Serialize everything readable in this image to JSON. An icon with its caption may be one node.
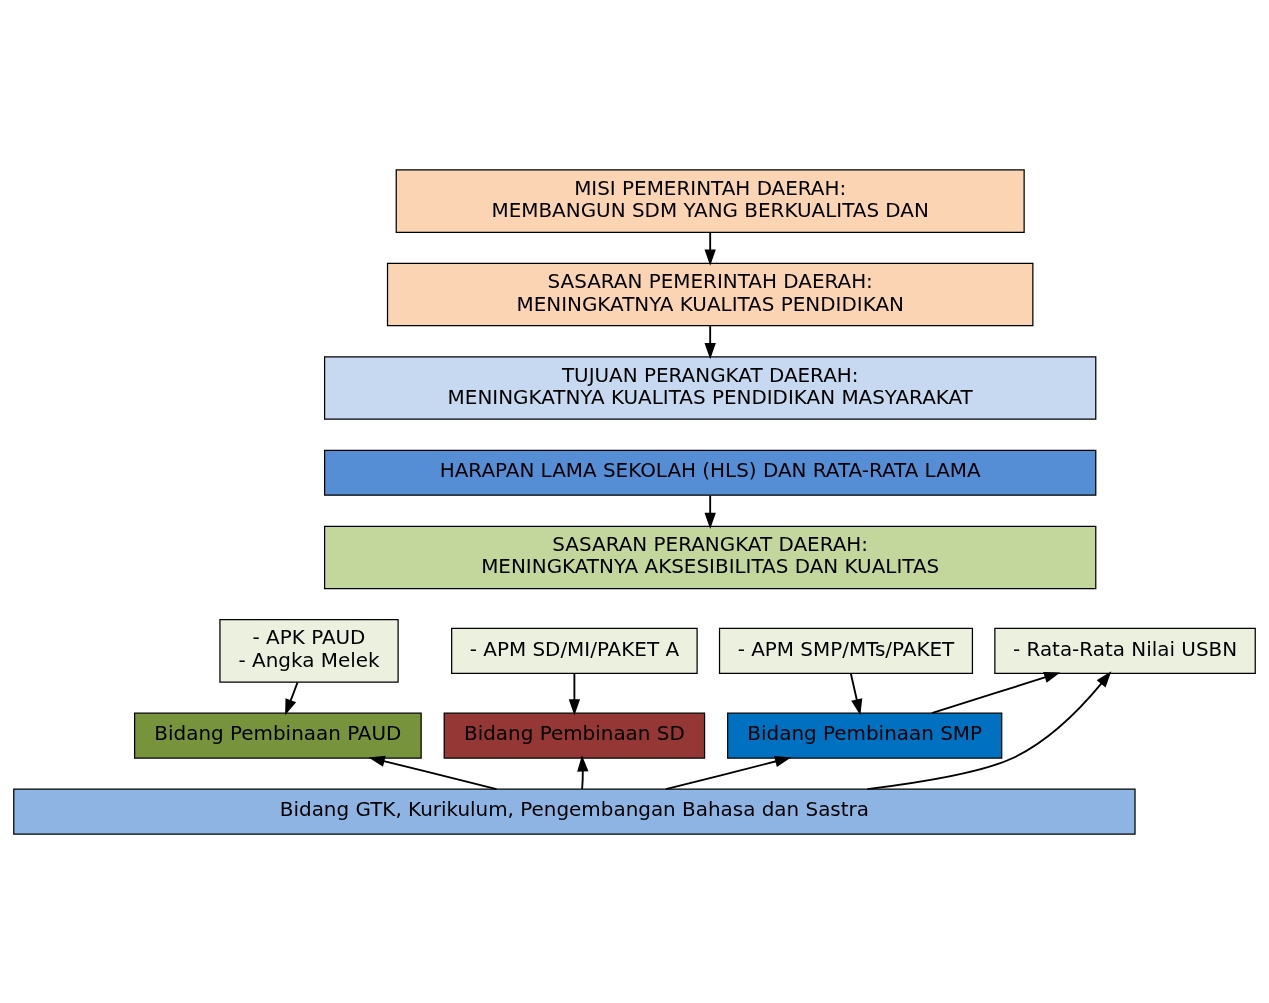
{
  "diagram": {
    "nodes": [
      {
        "text": [
          "MISI PEMERINTAH DAERAH:",
          "MEMBANGUN SDM YANG BERKUALITAS DAN"
        ]
      },
      {
        "text": [
          "SASARAN PEMERINTAH DAERAH:",
          "MENINGKATNYA KUALITAS PENDIDIKAN"
        ]
      },
      {
        "text": [
          "TUJUAN PERANGKAT DAERAH:",
          "MENINGKATNYA KUALITAS PENDIDIKAN MASYARAKAT"
        ]
      },
      {
        "text": [
          "HARAPAN LAMA SEKOLAH (HLS) DAN RATA-RATA LAMA"
        ]
      },
      {
        "text": [
          "SASARAN PERANGKAT DAERAH:",
          "MENINGKATNYA AKSESIBILITAS DAN KUALITAS"
        ]
      },
      {
        "text": [
          "- APK PAUD",
          "- Angka Melek"
        ]
      },
      {
        "text": [
          "- APM SD/MI/PAKET A"
        ]
      },
      {
        "text": [
          "- APM SMP/MTs/PAKET"
        ]
      },
      {
        "text": [
          "- Rata-Rata Nilai USBN"
        ]
      },
      {
        "text": [
          "Bidang Pembinaan PAUD"
        ]
      },
      {
        "text": [
          "Bidang Pembinaan SD"
        ]
      },
      {
        "text": [
          "Bidang Pembinaan SMP"
        ]
      },
      {
        "text": [
          "Bidang GTK, Kurikulum, Pengembangan Bahasa dan Sastra"
        ]
      }
    ],
    "edges": [
      {
        "from": 0,
        "to": 1,
        "arrow": "to"
      },
      {
        "from": 1,
        "to": 2,
        "arrow": "to"
      },
      {
        "from": 3,
        "to": 4,
        "arrow": "to"
      },
      {
        "from": 5,
        "to": 9,
        "arrow": "to"
      },
      {
        "from": 6,
        "to": 10,
        "arrow": "to"
      },
      {
        "from": 7,
        "to": 11,
        "arrow": "to"
      },
      {
        "from": 12,
        "to": 9,
        "arrow": "to"
      },
      {
        "from": 12,
        "to": 10,
        "arrow": "to"
      },
      {
        "from": 12,
        "to": 11,
        "arrow": "to"
      },
      {
        "from": 11,
        "to": 8,
        "arrow": "to"
      },
      {
        "from": 12,
        "to": 8,
        "arrow": "to"
      }
    ]
  }
}
